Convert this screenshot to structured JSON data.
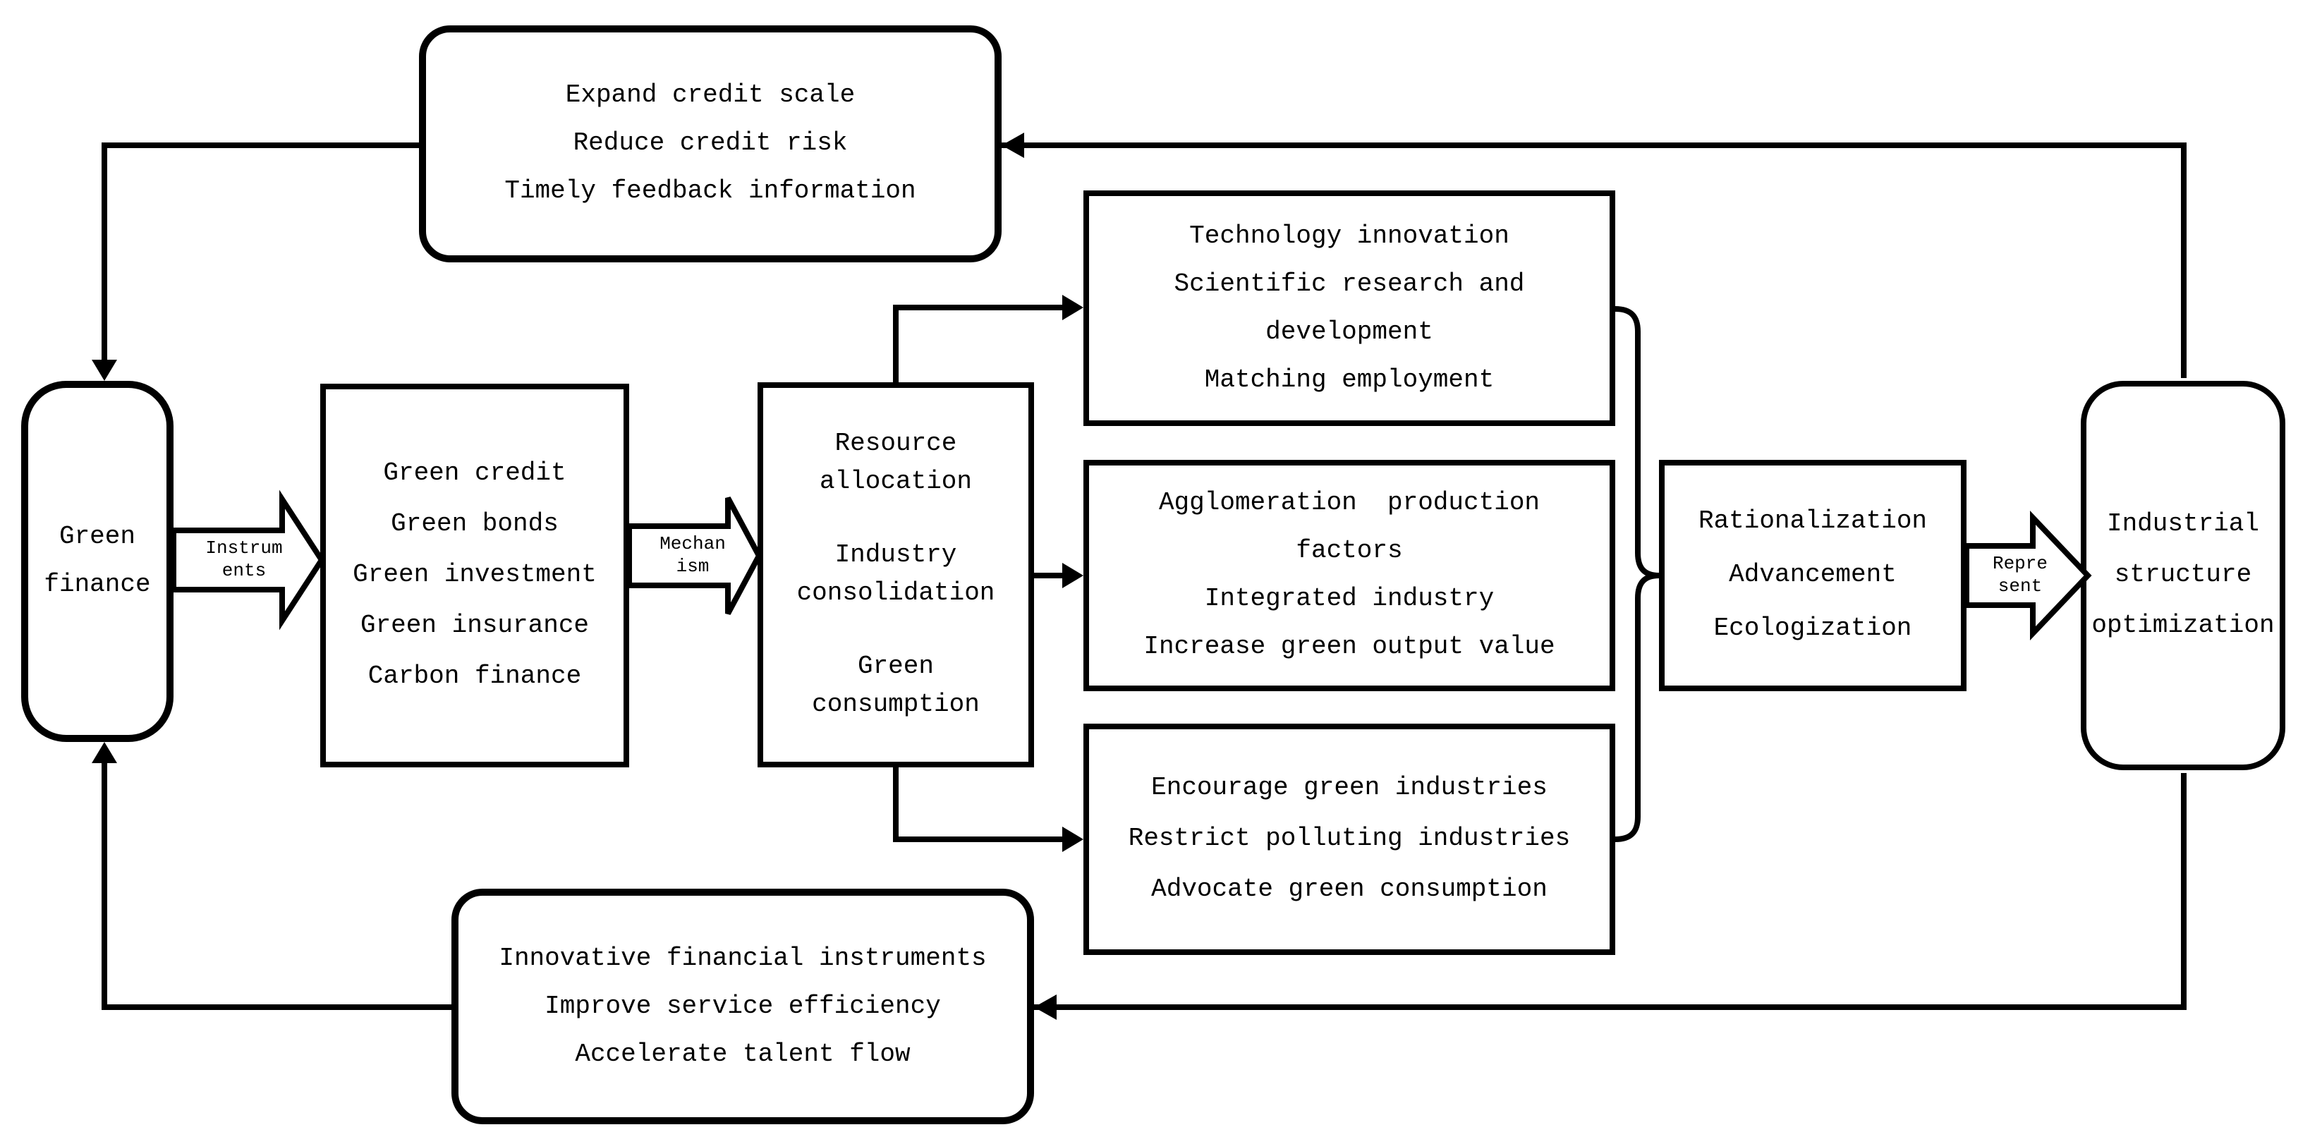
{
  "colors": {
    "stroke": "#000000",
    "background": "#ffffff",
    "text": "#000000"
  },
  "nodes": {
    "green_finance": {
      "lines": [
        "Green",
        "finance"
      ]
    },
    "top_feedback": {
      "lines": [
        "Expand credit scale",
        "Reduce credit risk",
        "Timely feedback information"
      ]
    },
    "financial_instruments": {
      "lines": [
        "Green credit",
        "Green bonds",
        "Green investment",
        "Green insurance",
        "Carbon finance"
      ]
    },
    "mechanisms": {
      "lines": [
        "Resource",
        "allocation",
        "Industry",
        "consolidation",
        "Green",
        "consumption"
      ]
    },
    "technology": {
      "lines": [
        "Technology innovation",
        "Scientific research and",
        "development",
        "Matching employment"
      ]
    },
    "agglomeration": {
      "lines": [
        "Agglomeration  production",
        "factors",
        "Integrated industry",
        "Increase green output value"
      ]
    },
    "green_industry_policy": {
      "lines": [
        "Encourage green industries",
        "Restrict polluting industries",
        "Advocate green consumption"
      ]
    },
    "outcomes": {
      "lines": [
        "Rationalization",
        "Advancement",
        "Ecologization"
      ]
    },
    "industrial_structure": {
      "lines": [
        "Industrial",
        "structure",
        "optimization"
      ]
    },
    "bottom_feedback": {
      "lines": [
        "Innovative financial instruments",
        "Improve service efficiency",
        "Accelerate talent flow"
      ]
    }
  },
  "connector_labels": {
    "instruments": {
      "lines": [
        "Instrum",
        "ents"
      ]
    },
    "mechanism": {
      "lines": [
        "Mechan",
        "ism"
      ]
    },
    "represent": {
      "lines": [
        "Repre",
        "sent"
      ]
    }
  }
}
